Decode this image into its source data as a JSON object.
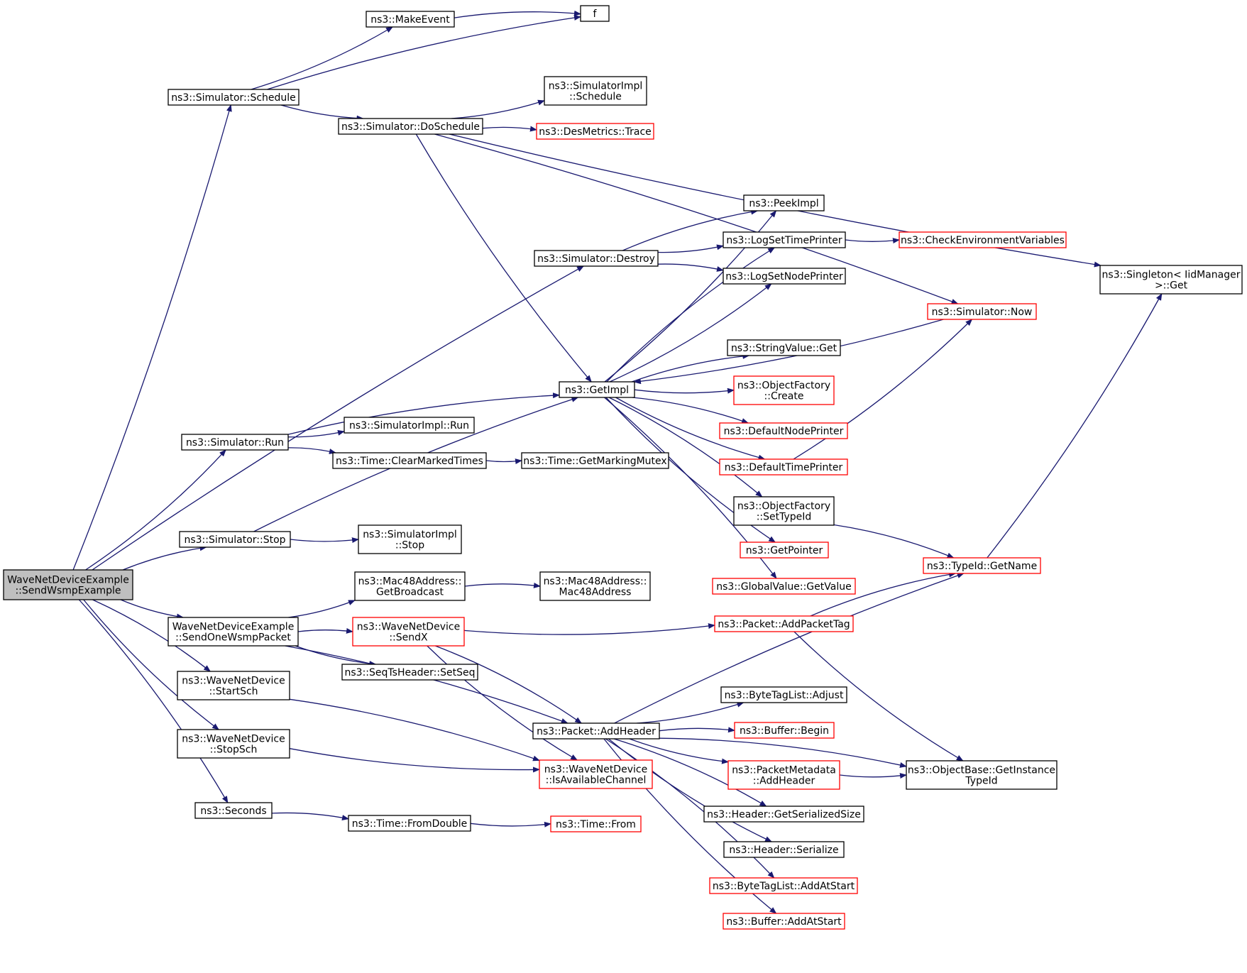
{
  "colors": {
    "edge": "#191970",
    "border_normal": "#000000",
    "border_truncated": "#ff0000",
    "fill_normal": "#ffffff",
    "fill_root": "#bfbfbf",
    "text": "#000000"
  },
  "nodes": [
    {
      "id": "root",
      "lines": [
        "WaveNetDeviceExample",
        "::SendWsmpExample"
      ],
      "style": "root"
    },
    {
      "id": "sim_schedule",
      "lines": [
        "ns3::Simulator::Schedule"
      ],
      "style": "normal"
    },
    {
      "id": "make_event",
      "lines": [
        "ns3::MakeEvent"
      ],
      "style": "normal"
    },
    {
      "id": "f",
      "lines": [
        "f"
      ],
      "style": "normal"
    },
    {
      "id": "sim_doschedule",
      "lines": [
        "ns3::Simulator::DoSchedule"
      ],
      "style": "normal"
    },
    {
      "id": "simimpl_schedule",
      "lines": [
        "ns3::SimulatorImpl",
        "::Schedule"
      ],
      "style": "normal"
    },
    {
      "id": "desmetrics_trace",
      "lines": [
        "ns3::DesMetrics::Trace"
      ],
      "style": "truncated"
    },
    {
      "id": "singleton_get",
      "lines": [
        "ns3::Singleton< IidManager",
        " >::Get"
      ],
      "style": "normal"
    },
    {
      "id": "peekimpl",
      "lines": [
        "ns3::PeekImpl"
      ],
      "style": "normal"
    },
    {
      "id": "logsettimeprinter",
      "lines": [
        "ns3::LogSetTimePrinter"
      ],
      "style": "normal"
    },
    {
      "id": "checkenv",
      "lines": [
        "ns3::CheckEnvironmentVariables"
      ],
      "style": "truncated"
    },
    {
      "id": "sim_destroy",
      "lines": [
        "ns3::Simulator::Destroy"
      ],
      "style": "normal"
    },
    {
      "id": "logsetnodeprinter",
      "lines": [
        "ns3::LogSetNodePrinter"
      ],
      "style": "normal"
    },
    {
      "id": "sim_now",
      "lines": [
        "ns3::Simulator::Now"
      ],
      "style": "truncated"
    },
    {
      "id": "stringvalue_get",
      "lines": [
        "ns3::StringValue::Get"
      ],
      "style": "normal"
    },
    {
      "id": "getimpl",
      "lines": [
        "ns3::GetImpl"
      ],
      "style": "normal"
    },
    {
      "id": "objfactory_create",
      "lines": [
        "ns3::ObjectFactory",
        "::Create"
      ],
      "style": "truncated"
    },
    {
      "id": "defaultnodeprinter",
      "lines": [
        "ns3::DefaultNodePrinter"
      ],
      "style": "truncated"
    },
    {
      "id": "defaulttimeprinter",
      "lines": [
        "ns3::DefaultTimePrinter"
      ],
      "style": "truncated"
    },
    {
      "id": "sim_run",
      "lines": [
        "ns3::Simulator::Run"
      ],
      "style": "normal"
    },
    {
      "id": "simimpl_run",
      "lines": [
        "ns3::SimulatorImpl::Run"
      ],
      "style": "normal"
    },
    {
      "id": "time_clearmarked",
      "lines": [
        "ns3::Time::ClearMarkedTimes"
      ],
      "style": "normal"
    },
    {
      "id": "time_getmarkingmutex",
      "lines": [
        "ns3::Time::GetMarkingMutex"
      ],
      "style": "normal"
    },
    {
      "id": "objfactory_settypeid",
      "lines": [
        "ns3::ObjectFactory",
        "::SetTypeId"
      ],
      "style": "normal"
    },
    {
      "id": "sim_stop",
      "lines": [
        "ns3::Simulator::Stop"
      ],
      "style": "normal"
    },
    {
      "id": "simimpl_stop",
      "lines": [
        "ns3::SimulatorImpl",
        "::Stop"
      ],
      "style": "normal"
    },
    {
      "id": "getpointer",
      "lines": [
        "ns3::GetPointer"
      ],
      "style": "truncated"
    },
    {
      "id": "typeid_getname",
      "lines": [
        "ns3::TypeId::GetName"
      ],
      "style": "truncated"
    },
    {
      "id": "mac48_getbroadcast",
      "lines": [
        "ns3::Mac48Address::",
        "GetBroadcast"
      ],
      "style": "normal"
    },
    {
      "id": "mac48_mac48",
      "lines": [
        "ns3::Mac48Address::",
        "Mac48Address"
      ],
      "style": "normal"
    },
    {
      "id": "globalvalue_getvalue",
      "lines": [
        "ns3::GlobalValue::GetValue"
      ],
      "style": "truncated"
    },
    {
      "id": "sendonewsmp",
      "lines": [
        "WaveNetDeviceExample",
        "::SendOneWsmpPacket"
      ],
      "style": "normal"
    },
    {
      "id": "wave_sendx",
      "lines": [
        "ns3::WaveNetDevice",
        "::SendX"
      ],
      "style": "truncated"
    },
    {
      "id": "packet_addpackettag",
      "lines": [
        "ns3::Packet::AddPacketTag"
      ],
      "style": "truncated"
    },
    {
      "id": "seqts_setseq",
      "lines": [
        "ns3::SeqTsHeader::SetSeq"
      ],
      "style": "normal"
    },
    {
      "id": "wave_startsch",
      "lines": [
        "ns3::WaveNetDevice",
        "::StartSch"
      ],
      "style": "normal"
    },
    {
      "id": "bytetaglist_adjust",
      "lines": [
        "ns3::ByteTagList::Adjust"
      ],
      "style": "normal"
    },
    {
      "id": "packet_addheader",
      "lines": [
        "ns3::Packet::AddHeader"
      ],
      "style": "normal"
    },
    {
      "id": "buffer_begin",
      "lines": [
        "ns3::Buffer::Begin"
      ],
      "style": "truncated"
    },
    {
      "id": "wave_stopsch",
      "lines": [
        "ns3::WaveNetDevice",
        "::StopSch"
      ],
      "style": "normal"
    },
    {
      "id": "wave_isavailable",
      "lines": [
        "ns3::WaveNetDevice",
        "::IsAvailableChannel"
      ],
      "style": "truncated"
    },
    {
      "id": "pktmeta_addheader",
      "lines": [
        "ns3::PacketMetadata",
        "::AddHeader"
      ],
      "style": "truncated"
    },
    {
      "id": "objbase_getinstance",
      "lines": [
        "ns3::ObjectBase::GetInstance",
        "TypeId"
      ],
      "style": "normal"
    },
    {
      "id": "seconds",
      "lines": [
        "ns3::Seconds"
      ],
      "style": "normal"
    },
    {
      "id": "time_fromdouble",
      "lines": [
        "ns3::Time::FromDouble"
      ],
      "style": "normal"
    },
    {
      "id": "time_from",
      "lines": [
        "ns3::Time::From"
      ],
      "style": "truncated"
    },
    {
      "id": "header_getserializedsize",
      "lines": [
        "ns3::Header::GetSerializedSize"
      ],
      "style": "normal"
    },
    {
      "id": "header_serialize",
      "lines": [
        "ns3::Header::Serialize"
      ],
      "style": "normal"
    },
    {
      "id": "bytetaglist_addatstart",
      "lines": [
        "ns3::ByteTagList::AddAtStart"
      ],
      "style": "truncated"
    },
    {
      "id": "buffer_addatstart",
      "lines": [
        "ns3::Buffer::AddAtStart"
      ],
      "style": "truncated"
    }
  ],
  "edges": [
    [
      "root",
      "sim_schedule"
    ],
    [
      "root",
      "sim_destroy"
    ],
    [
      "root",
      "sim_run"
    ],
    [
      "root",
      "sim_stop"
    ],
    [
      "root",
      "sendonewsmp"
    ],
    [
      "root",
      "wave_startsch"
    ],
    [
      "root",
      "wave_stopsch"
    ],
    [
      "root",
      "seconds"
    ],
    [
      "sim_schedule",
      "make_event"
    ],
    [
      "sim_schedule",
      "f"
    ],
    [
      "sim_schedule",
      "sim_doschedule"
    ],
    [
      "make_event",
      "f"
    ],
    [
      "sim_doschedule",
      "simimpl_schedule"
    ],
    [
      "sim_doschedule",
      "desmetrics_trace"
    ],
    [
      "sim_doschedule",
      "singleton_get"
    ],
    [
      "sim_doschedule",
      "sim_now"
    ],
    [
      "sim_doschedule",
      "getimpl"
    ],
    [
      "sim_destroy",
      "peekimpl"
    ],
    [
      "sim_destroy",
      "logsettimeprinter"
    ],
    [
      "sim_destroy",
      "logsetnodeprinter"
    ],
    [
      "logsettimeprinter",
      "checkenv"
    ],
    [
      "sim_now",
      "getimpl"
    ],
    [
      "getimpl",
      "peekimpl"
    ],
    [
      "getimpl",
      "logsettimeprinter"
    ],
    [
      "getimpl",
      "logsetnodeprinter"
    ],
    [
      "getimpl",
      "stringvalue_get"
    ],
    [
      "getimpl",
      "objfactory_create"
    ],
    [
      "getimpl",
      "defaultnodeprinter"
    ],
    [
      "getimpl",
      "defaulttimeprinter"
    ],
    [
      "getimpl",
      "objfactory_settypeid"
    ],
    [
      "getimpl",
      "getpointer"
    ],
    [
      "getimpl",
      "globalvalue_getvalue"
    ],
    [
      "defaulttimeprinter",
      "sim_now"
    ],
    [
      "sim_run",
      "getimpl"
    ],
    [
      "sim_run",
      "simimpl_run"
    ],
    [
      "sim_run",
      "time_clearmarked"
    ],
    [
      "time_clearmarked",
      "time_getmarkingmutex"
    ],
    [
      "sim_stop",
      "getimpl"
    ],
    [
      "sim_stop",
      "simimpl_stop"
    ],
    [
      "objfactory_settypeid",
      "typeid_getname"
    ],
    [
      "typeid_getname",
      "singleton_get"
    ],
    [
      "mac48_getbroadcast",
      "mac48_mac48"
    ],
    [
      "sendonewsmp",
      "mac48_getbroadcast"
    ],
    [
      "sendonewsmp",
      "wave_sendx"
    ],
    [
      "sendonewsmp",
      "seqts_setseq"
    ],
    [
      "sendonewsmp",
      "packet_addheader"
    ],
    [
      "wave_sendx",
      "packet_addpackettag"
    ],
    [
      "wave_sendx",
      "packet_addheader"
    ],
    [
      "wave_sendx",
      "wave_isavailable"
    ],
    [
      "packet_addpackettag",
      "typeid_getname"
    ],
    [
      "packet_addpackettag",
      "objbase_getinstance"
    ],
    [
      "wave_startsch",
      "wave_isavailable"
    ],
    [
      "wave_stopsch",
      "wave_isavailable"
    ],
    [
      "packet_addheader",
      "typeid_getname"
    ],
    [
      "packet_addheader",
      "bytetaglist_adjust"
    ],
    [
      "packet_addheader",
      "buffer_begin"
    ],
    [
      "packet_addheader",
      "pktmeta_addheader"
    ],
    [
      "packet_addheader",
      "header_getserializedsize"
    ],
    [
      "packet_addheader",
      "header_serialize"
    ],
    [
      "packet_addheader",
      "bytetaglist_addatstart"
    ],
    [
      "packet_addheader",
      "buffer_addatstart"
    ],
    [
      "packet_addheader",
      "objbase_getinstance"
    ],
    [
      "pktmeta_addheader",
      "objbase_getinstance"
    ],
    [
      "seconds",
      "time_fromdouble"
    ],
    [
      "time_fromdouble",
      "time_from"
    ]
  ]
}
